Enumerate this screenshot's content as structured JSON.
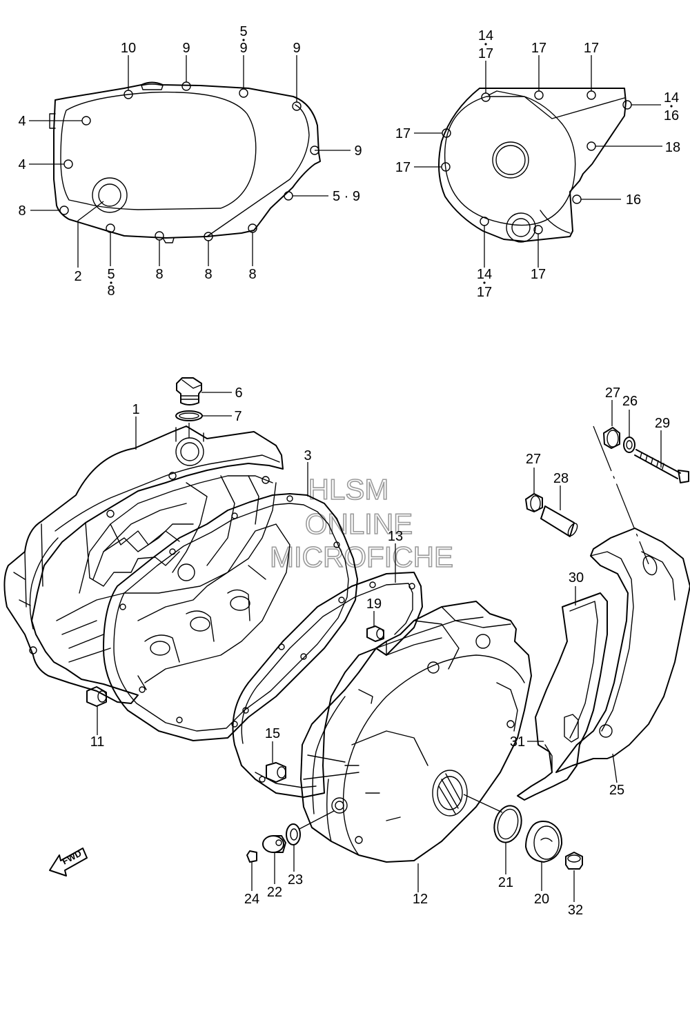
{
  "watermark": {
    "line1": "HLSM",
    "line2": "ONLINE",
    "line3": "MICROFICHE"
  },
  "direction_badge": "FWD",
  "callouts": {
    "c10": "10",
    "c9a": "9",
    "c5a": "5",
    "c9b": "9",
    "c9c": "9",
    "c4a": "4",
    "c4b": "4",
    "c9d": "9",
    "c8a": "8",
    "c59": "5 · 9",
    "c2": "2",
    "c5b": "5",
    "c8b": "8",
    "c8c": "8",
    "c8d": "8",
    "c8e": "8",
    "c14a": "14",
    "c17a": "17",
    "c17b": "17",
    "c17c": "17",
    "c14b": "14",
    "c16a": "16",
    "c17d": "17",
    "c18": "18",
    "c17e": "17",
    "c16b": "16",
    "c14c": "14",
    "c17f": "17",
    "c17g": "17",
    "c6": "6",
    "c7": "7",
    "c1": "1",
    "c3": "3",
    "c13": "13",
    "c19": "19",
    "c11": "11",
    "c15": "15",
    "c24": "24",
    "c22": "22",
    "c23": "23",
    "c12": "12",
    "c21": "21",
    "c20": "20",
    "c32": "32",
    "c27a": "27",
    "c26": "26",
    "c29": "29",
    "c27b": "27",
    "c28": "28",
    "c30": "30",
    "c31": "31",
    "c25": "25"
  }
}
